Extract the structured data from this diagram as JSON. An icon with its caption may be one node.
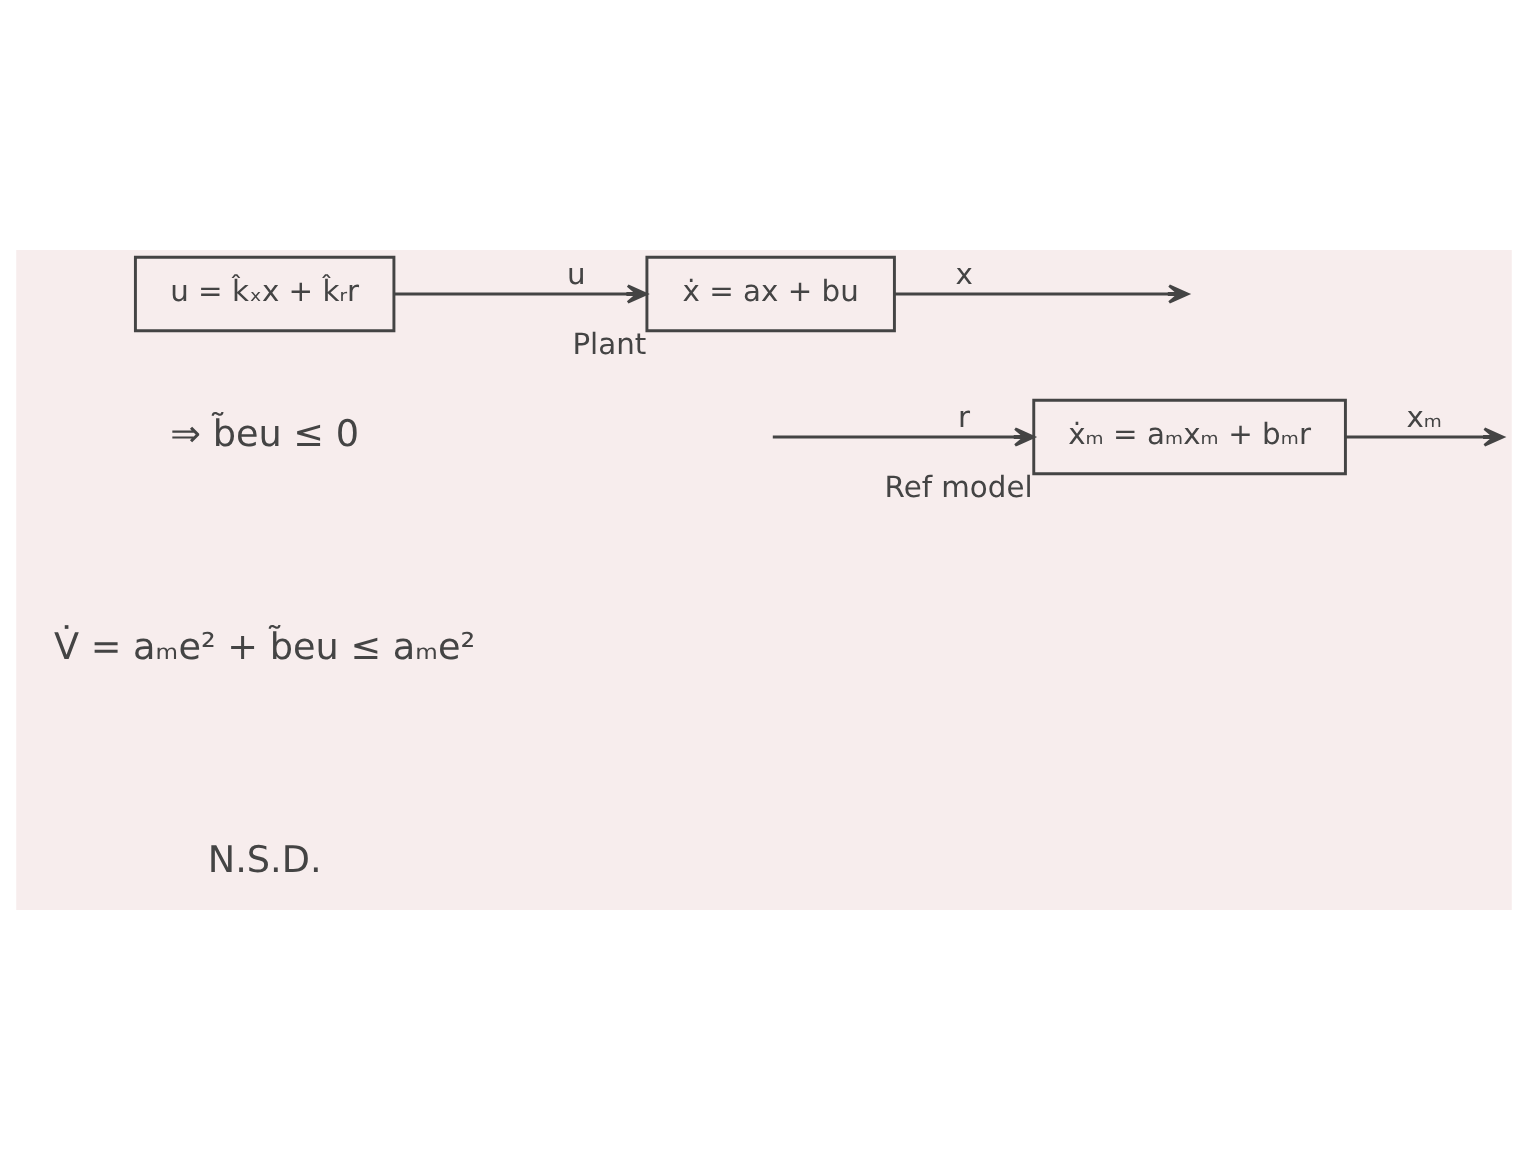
{
  "diagram": {
    "nodes": [
      {
        "text": [
          "ẋₘ = aₘxₘ + bₘr"
        ],
        "beside": [
          "Ref model"
        ]
      },
      {
        "text": [
          "u = k̂ₓx + k̂ᵣr"
        ]
      },
      {
        "text": [
          "ẋ = ax + bu"
        ],
        "beside": [
          "Plant"
        ]
      }
    ],
    "edges": [
      {
        "from": null,
        "to": 0,
        "arrow": "to",
        "label": "r"
      },
      {
        "from": 0,
        "to": null,
        "arrow": "to",
        "label": "xₘ"
      },
      {
        "from": 1,
        "to": 2,
        "arrow": "to",
        "label": "u"
      },
      {
        "from": 2,
        "to": null,
        "arrow": "to",
        "label": "x"
      }
    ],
    "labels": [
      "⇒ b̃eu ≤ 0",
      "V̇ = aₘe² + b̃eu ≤ aₘe²",
      "N.S.D."
    ]
  }
}
